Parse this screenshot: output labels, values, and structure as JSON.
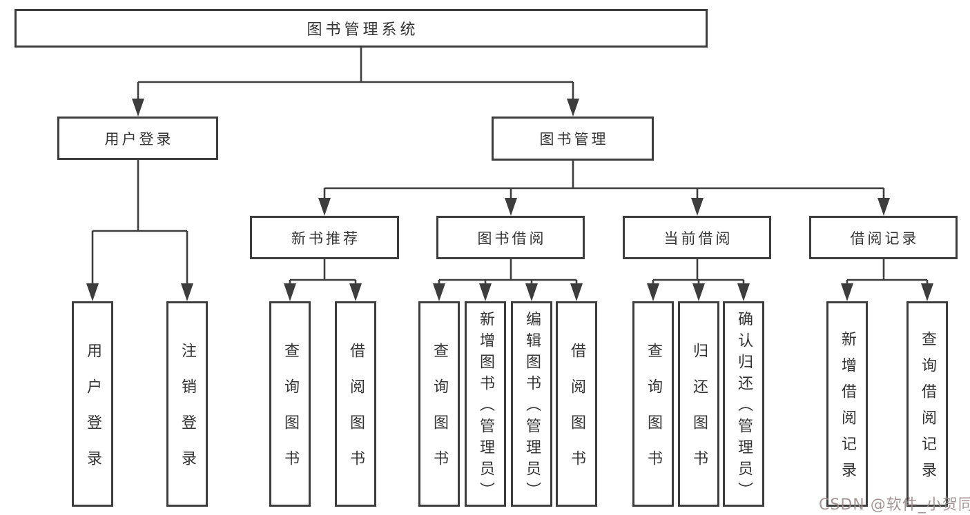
{
  "diagram": {
    "type": "hierarchy-tree",
    "title": "图书管理系统",
    "colors": {
      "line": "#3d3d3d",
      "text": "#333333",
      "background": "#ffffff",
      "watermark": "#9a8b8b"
    },
    "root": {
      "label": "图书管理系统"
    },
    "branches": [
      {
        "label": "用户登录",
        "children": [
          {
            "label": "用户登录"
          },
          {
            "label": "注销登录"
          }
        ]
      },
      {
        "label": "图书管理",
        "children": [
          {
            "label": "新书推荐",
            "children": [
              {
                "label": "查询图书"
              },
              {
                "label": "借阅图书"
              }
            ]
          },
          {
            "label": "图书借阅",
            "children": [
              {
                "label": "查询图书"
              },
              {
                "label": "新增图书（管理员）"
              },
              {
                "label": "编辑图书（管理员）"
              },
              {
                "label": "借阅图书"
              }
            ]
          },
          {
            "label": "当前借阅",
            "children": [
              {
                "label": "查询图书"
              },
              {
                "label": "归还图书"
              },
              {
                "label": "确认归还（管理员）"
              }
            ]
          },
          {
            "label": "借阅记录",
            "children": [
              {
                "label": "新增借阅记录"
              },
              {
                "label": "查询借阅记录"
              }
            ]
          }
        ]
      }
    ],
    "watermark": "CSDN @软件_小贺同学"
  }
}
